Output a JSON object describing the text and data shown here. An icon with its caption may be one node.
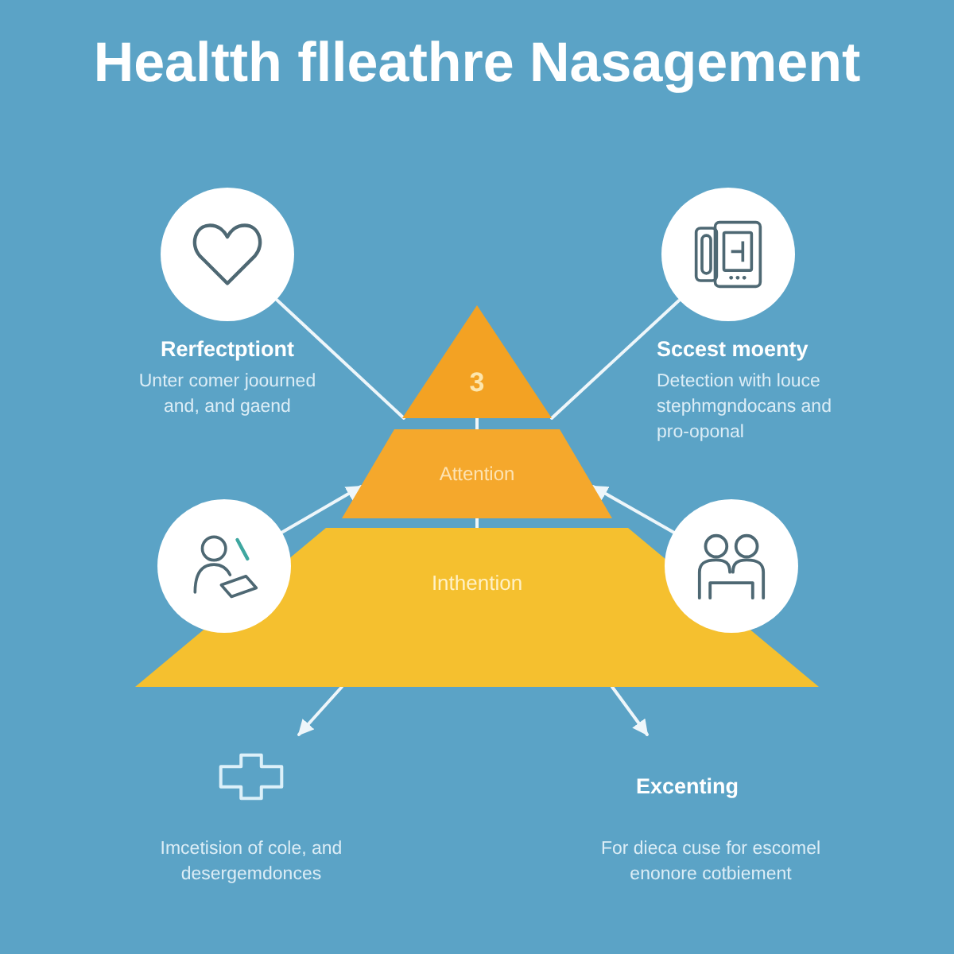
{
  "diagram": {
    "title": "Healtth flleathre Nasagement",
    "nodes": [
      {
        "text": [
          "Rerfectptiont",
          "Unter comer joourned and, and gaend"
        ]
      },
      {
        "text": [
          "Sccest moenty",
          "Detection with louce stephmgndocans and pro-oponal"
        ]
      },
      {
        "text": [
          "3"
        ]
      },
      {
        "text": [
          "Attention"
        ]
      },
      {
        "text": [],
        "shape": "circle"
      },
      {
        "text": [
          "Inthention"
        ]
      },
      {
        "text": [],
        "shape": "circle"
      },
      {
        "text": [
          "Imcetision of cole, and desergemdonces"
        ]
      },
      {
        "text": [
          "Excenting",
          "For dieca cuse for escomel enonore cotbiement"
        ]
      }
    ],
    "edges": [
      {
        "from": 0,
        "to": 2,
        "arrow": "none"
      },
      {
        "from": 1,
        "to": 2,
        "arrow": "none"
      },
      {
        "from": 2,
        "to": 3,
        "arrow": "none"
      },
      {
        "from": 3,
        "to": 5,
        "arrow": "none"
      },
      {
        "from": 4,
        "to": 3,
        "arrow": "to"
      },
      {
        "from": 6,
        "to": 3,
        "arrow": "to"
      },
      {
        "from": 5,
        "to": 7,
        "arrow": "to"
      },
      {
        "from": 5,
        "to": 8,
        "arrow": "to"
      }
    ]
  }
}
